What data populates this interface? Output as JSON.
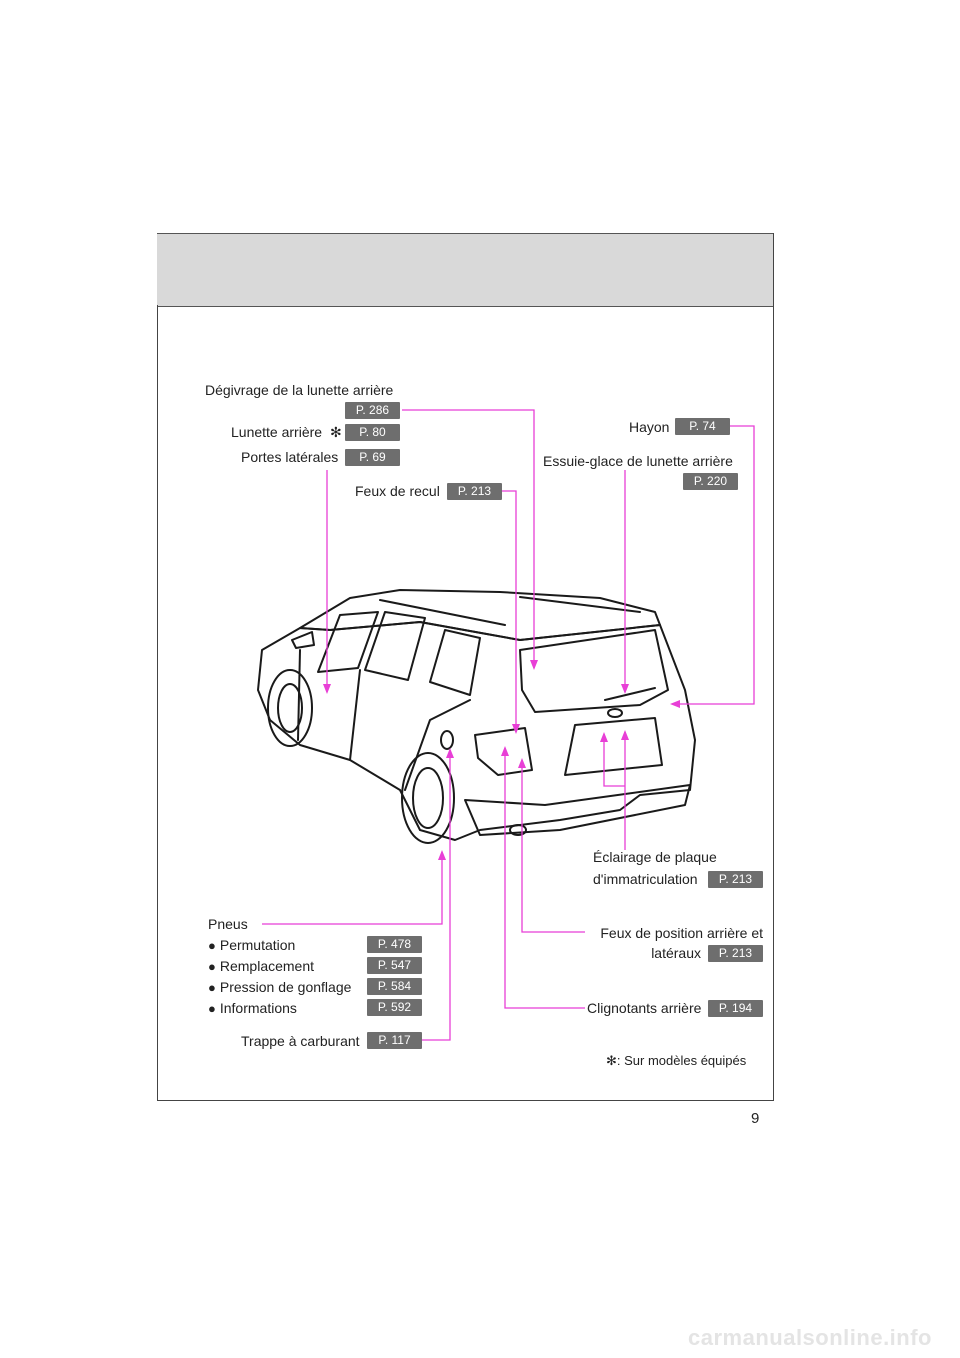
{
  "labels": {
    "defrost": "Dégivrage de la lunette arrière",
    "defrost_page": "P. 286",
    "rear_window": "Lunette arrière",
    "rear_window_page": "P. 80",
    "side_doors": "Portes latérales",
    "side_doors_page": "P. 69",
    "backup_lights": "Feux de recul",
    "backup_lights_page": "P. 213",
    "hatch": "Hayon",
    "hatch_page": "P. 74",
    "wiper": "Essuie-glace de lunette arrière",
    "wiper_page": "P. 220",
    "plate_light_line1": "Éclairage de plaque",
    "plate_light_line2": "d'immatriculation",
    "plate_light_page": "P. 213",
    "position_lights_line1": "Feux de position arrière et",
    "position_lights_line2": "latéraux",
    "position_lights_page": "P. 213",
    "turn_signals": "Clignotants arrière",
    "turn_signals_page": "P. 194",
    "tires": "Pneus",
    "fuel_door": "Trappe à carburant",
    "fuel_door_page": "P. 117"
  },
  "tire_items": [
    {
      "label": "Permutation",
      "page": "P. 478"
    },
    {
      "label": "Remplacement",
      "page": "P. 547"
    },
    {
      "label": "Pression de gonflage",
      "page": "P. 584"
    },
    {
      "label": "Informations",
      "page": "P. 592"
    }
  ],
  "asterisk": "✻",
  "footnote": "✻: Sur modèles équipés",
  "page_number": "9",
  "watermark": "carmanualsonline.info",
  "colors": {
    "leader_line": "#e83fd6",
    "badge": "#6e6e6e",
    "header_band": "#d9d9d9"
  }
}
